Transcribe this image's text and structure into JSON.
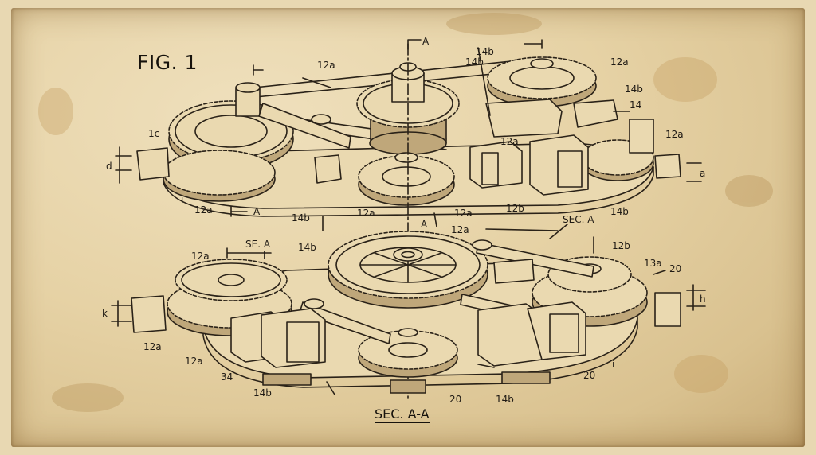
{
  "figure": {
    "title": "FIG. 1",
    "section_caption": "SEC. A-A"
  },
  "labels": {
    "a_top": "A",
    "a_left_bottom": "A",
    "a_center": "A",
    "r_12a_top": "12a",
    "r_14b_top1": "14b",
    "r_14b_top2": "14b",
    "r_12a_topright": "12a",
    "r_14b_right": "14b",
    "r_14_right": "14",
    "r_12a_right": "12a",
    "r_1c": "1c",
    "r_i_left": "i",
    "r_12a_leftbottom": "12a",
    "r_14b_midleft": "14b",
    "r_12a_mid": "12a",
    "r_12a_mid2": "12a",
    "r_12a_midright": "12a",
    "r_12b_mid": "12b",
    "r_seca_upper": "SEC. A",
    "r_14b_midright": "14b",
    "r_d_left": "d",
    "r_a_right_small": "a",
    "r_12a_lower_top": "12a",
    "r_seca_lower": "SE. A",
    "r_14b_lower": "14b",
    "r_12a_lower_left": "12a",
    "r_l_lower": "l",
    "r_12b_lower": "12b",
    "r_13a_lower": "13a",
    "r_20_right": "20",
    "r_k_left": "k",
    "r_h_right": "h",
    "r_12a_lowest_left": "12a",
    "r_12a_lowest_left2": "12a",
    "r_34": "34",
    "r_14b_bottom": "14b",
    "r_20_bottom": "20",
    "r_14b_bottom2": "14b",
    "r_20_bottom_right": "20",
    "r_i_bottom_right": "i"
  },
  "colors": {
    "paper": "#e6d2a5",
    "ink": "#2a2218",
    "stain": "#b58e52"
  }
}
